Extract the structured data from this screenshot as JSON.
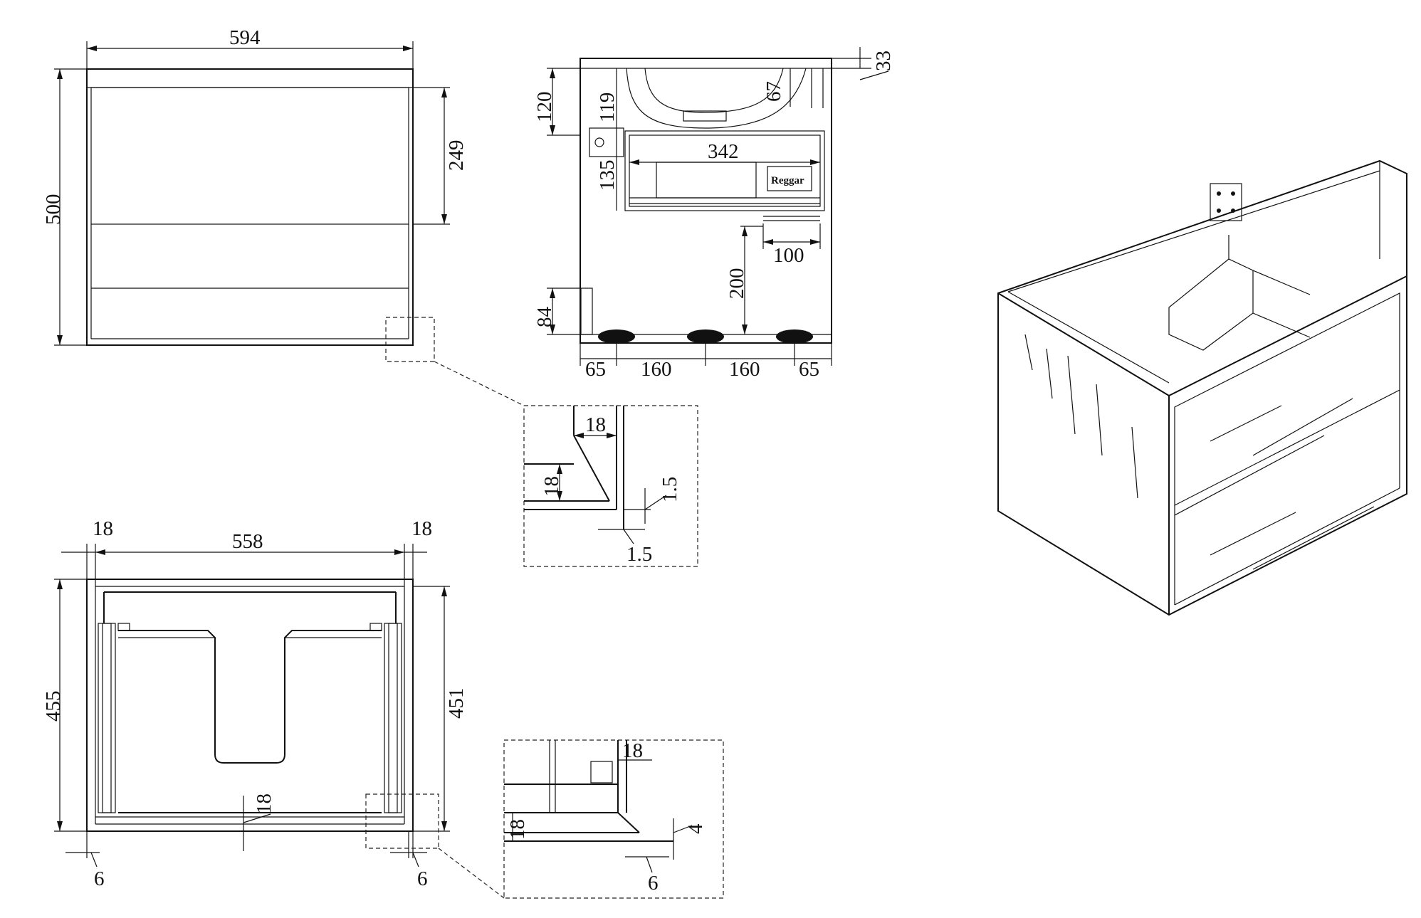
{
  "front_view": {
    "width": "594",
    "height": "500",
    "drawer_height": "249"
  },
  "side_view": {
    "top_thickness": "33",
    "sink_depth": "67",
    "dim_120": "120",
    "dim_119": "119",
    "dim_135": "135",
    "drawer_depth": "342",
    "dim_100": "100",
    "dim_200": "200",
    "dim_84": "84",
    "spacing_65_left": "65",
    "spacing_160_a": "160",
    "spacing_160_b": "160",
    "spacing_65_right": "65",
    "brand_label": "Reggar"
  },
  "detail_a": {
    "dim_18_h": "18",
    "dim_18_v": "18",
    "dim_15_v": "1.5",
    "dim_15_h": "1.5"
  },
  "top_view": {
    "side_left": "18",
    "inner_width": "558",
    "side_right": "18",
    "depth_outer": "455",
    "depth_inner": "451",
    "back_thickness": "18",
    "offset_left": "6",
    "offset_right": "6"
  },
  "detail_b": {
    "dim_18_top": "18",
    "dim_18_left": "18",
    "dim_4": "4",
    "dim_6": "6"
  }
}
